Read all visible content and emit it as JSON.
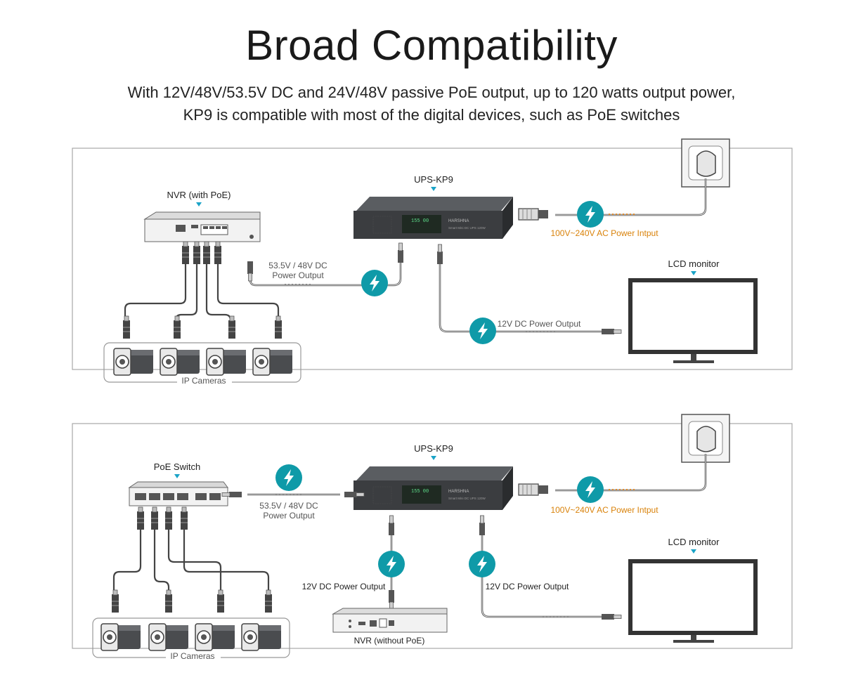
{
  "header": {
    "title": "Broad Compatibility",
    "subtitle_line1": "With 12V/48V/53.5V DC and 24V/48V passive PoE output, up to 120 watts output power,",
    "subtitle_line2": "KP9 is compatible with most of the digital devices, such as PoE switches"
  },
  "colors": {
    "accent_teal": "#0f9aa8",
    "ac_label": "#d9820a",
    "pointer": "#1aa3c7",
    "device_dark": "#3b3d40",
    "panel_border": "#9a9a9a"
  },
  "icons": [
    "lightning-icon",
    "down-arrow-icon"
  ],
  "diagram1": {
    "ups_label": "UPS-KP9",
    "ups_brand": "HARSHNA",
    "ups_model": "Smart Mini DC UPS 120W",
    "nvr_label": "NVR (with PoE)",
    "dc_output_line1": "53.5V / 48V DC",
    "dc_output_line2": "Power Output",
    "ac_input": "100V~240V AC Power Intput",
    "monitor_label": "LCD monitor",
    "dc12_output": "12V DC Power Output",
    "cameras_label": "IP Cameras"
  },
  "diagram2": {
    "ups_label": "UPS-KP9",
    "ups_brand": "HARSHNA",
    "ups_model": "Smart Mini DC UPS 120W",
    "switch_label": "PoE Switch",
    "dc_output_line1": "53.5V / 48V DC",
    "dc_output_line2": "Power Output",
    "ac_input": "100V~240V AC Power Intput",
    "monitor_label": "LCD monitor",
    "dc12_output_left": "12V DC Power Output",
    "dc12_output_right": "12V DC Power Output",
    "nvr_label": "NVR (without PoE)",
    "cameras_label": "IP Cameras"
  }
}
